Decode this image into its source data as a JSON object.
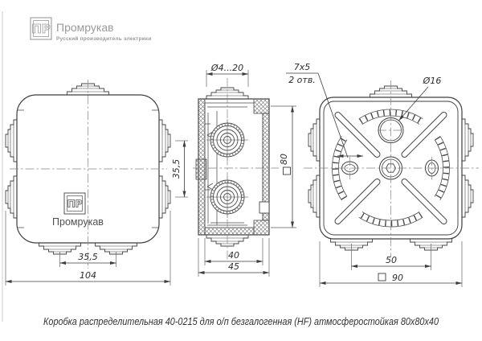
{
  "header": {
    "logo_initials": "ПР",
    "brand": "Промрукав",
    "tagline": "Русский производитель электрики"
  },
  "front_view": {
    "logo_initials": "ПР",
    "logo_text": "Промрукав",
    "dim_bottom_gland_spacing": "35,5",
    "dim_side_gland_spacing": "35,5",
    "dim_overall_width": "104"
  },
  "section_view": {
    "dim_gland_range": "Ø4...20",
    "dim_body_height": "80",
    "dim_inner_depth": "40",
    "dim_outer_depth": "45"
  },
  "back_view": {
    "label_slot_size": "7х5",
    "label_slot_qty": "2 отв.",
    "label_hole_dia": "Ø16",
    "dim_knockout_spacing": "50",
    "dim_overall_size": "90"
  },
  "caption": "Коробка распределительная 40-0215 для о/п безгалогенная (HF) атмосферостойкая 80х80х40"
}
